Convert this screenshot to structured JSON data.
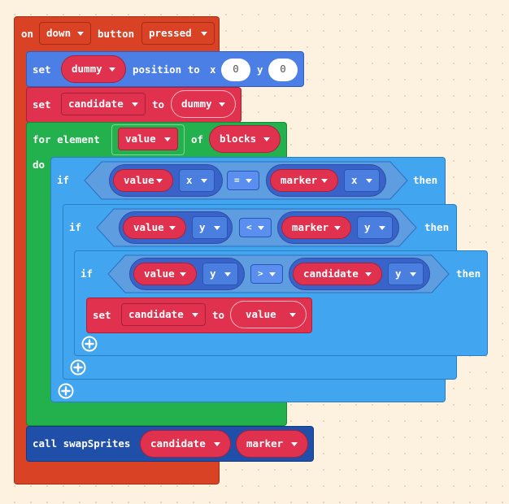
{
  "event": {
    "on": "on",
    "button_value": "down",
    "button_word": "button",
    "state_value": "pressed"
  },
  "set_position": {
    "set": "set",
    "sprite": "dummy",
    "position_to": "position to",
    "x_label": "x",
    "x_value": "0",
    "y_label": "y",
    "y_value": "0"
  },
  "set_candidate": {
    "set": "set",
    "variable": "candidate",
    "to": "to",
    "value": "dummy"
  },
  "for_loop": {
    "for_element": "for element",
    "variable": "value",
    "of": "of",
    "list": "blocks",
    "do": "do"
  },
  "if1": {
    "if": "if",
    "left_var": "value",
    "left_prop": "x",
    "op": "=",
    "right_var": "marker",
    "right_prop": "x",
    "then": "then"
  },
  "if2": {
    "if": "if",
    "left_var": "value",
    "left_prop": "y",
    "op": "<",
    "right_var": "marker",
    "right_prop": "y",
    "then": "then"
  },
  "if3": {
    "if": "if",
    "left_var": "value",
    "left_prop": "y",
    "op": ">",
    "right_var": "candidate",
    "right_prop": "y",
    "then": "then"
  },
  "set_inner": {
    "set": "set",
    "variable": "candidate",
    "to": "to",
    "value": "value"
  },
  "call": {
    "call": "call swapSprites",
    "arg1": "candidate",
    "arg2": "marker"
  },
  "colors": {
    "event": "#d94224",
    "sprite_blue": "#4c7fe6",
    "variable_red": "#e0324f",
    "loop_green": "#22b14c",
    "logic_blue": "#42a5f0",
    "function_navy": "#1f4fa8"
  },
  "icons": {
    "add": "plus-circle-icon",
    "dropdown": "caret-down-icon"
  }
}
